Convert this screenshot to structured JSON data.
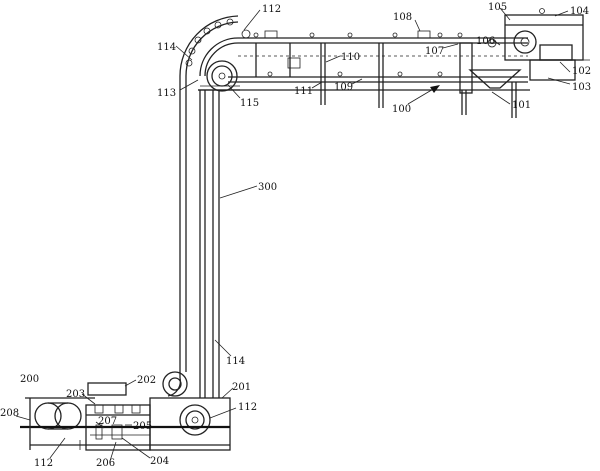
{
  "labels": {
    "l100": "100",
    "l101": "101",
    "l102": "102",
    "l103": "103",
    "l104": "104",
    "l105": "105",
    "l106": "106",
    "l107": "107",
    "l108": "108",
    "l109": "109",
    "l110": "110",
    "l111": "111",
    "l112_top": "112",
    "l113": "113",
    "l114_top": "114",
    "l115": "115",
    "l300": "300",
    "l114_mid": "114",
    "l200": "200",
    "l201": "201",
    "l202": "202",
    "l203": "203",
    "l204": "204",
    "l205": "205",
    "l206": "206",
    "l207": "207",
    "l208": "208",
    "l112_left": "112",
    "l112_right": "112"
  }
}
